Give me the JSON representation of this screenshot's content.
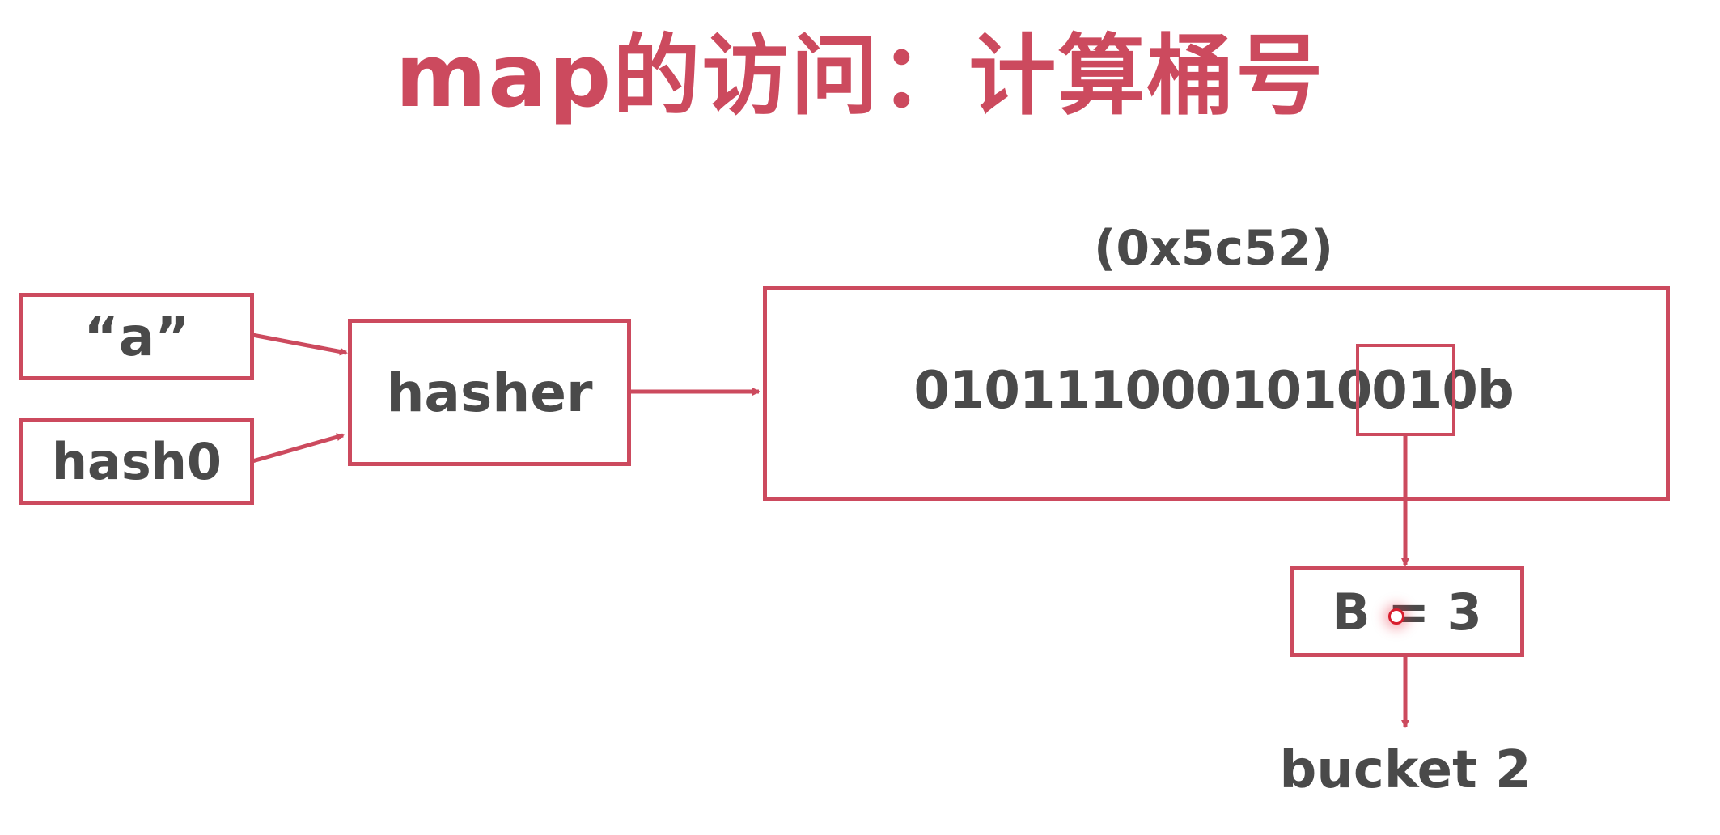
{
  "title": "map的访问：计算桶号",
  "inputs": {
    "key": "“a”",
    "seed": "hash0"
  },
  "hasher": {
    "label": "hasher"
  },
  "hash_value": {
    "hex": "(0x5c52)",
    "binary": "0101110001010010b",
    "highlighted_low_bits": "010"
  },
  "bucket_bits": {
    "label": "B = 3"
  },
  "result": {
    "label": "bucket 2"
  },
  "colors": {
    "accent": "#cc4a5e",
    "text": "#4a4a4a"
  }
}
